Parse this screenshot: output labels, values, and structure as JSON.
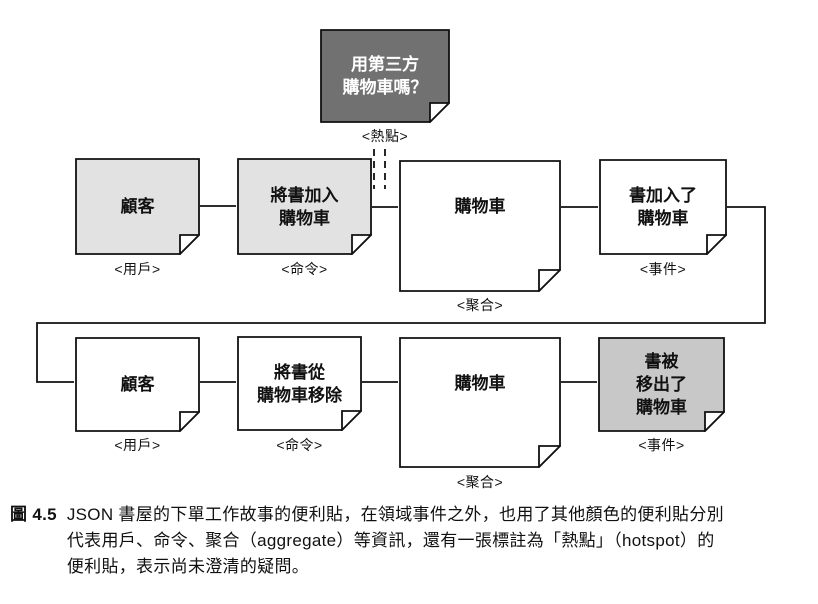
{
  "figure": {
    "hotspot": {
      "text": "用第三方\n購物車嗎？",
      "tag": "<熱點>"
    },
    "row1": {
      "customer": {
        "text": "顧客",
        "tag": "<用戶>"
      },
      "command": {
        "text": "將書加入\n購物車",
        "tag": "<命令>"
      },
      "aggregate": {
        "text": "購物車",
        "tag": "<聚合>"
      },
      "event": {
        "text": "書加入了\n購物車",
        "tag": "<事件>"
      }
    },
    "row2": {
      "customer": {
        "text": "顧客",
        "tag": "<用戶>"
      },
      "command": {
        "text": "將書從\n購物車移除",
        "tag": "<命令>"
      },
      "aggregate": {
        "text": "購物車",
        "tag": "<聚合>"
      },
      "event": {
        "text": "書被\n移出了\n購物車",
        "tag": "<事件>"
      }
    }
  },
  "colors": {
    "hotspot_fill": "#717171",
    "hotspot_text": "#ffffff",
    "light_note_fill": "#e2e2e2",
    "removed_event_fill": "#c8c8c8",
    "white_note_fill": "#ffffff",
    "flap_fill": "#ffffff",
    "line": "#111111"
  },
  "caption": {
    "label": "圖 4.5",
    "lines": [
      "JSON 書屋的下單工作故事的便利貼，在領域事件之外，也用了其他顏色的便利貼分別",
      "代表用戶、命令、聚合（aggregate）等資訊，還有一張標註為「熱點」（hotspot）的",
      "便利貼，表示尚未澄清的疑問。"
    ]
  }
}
